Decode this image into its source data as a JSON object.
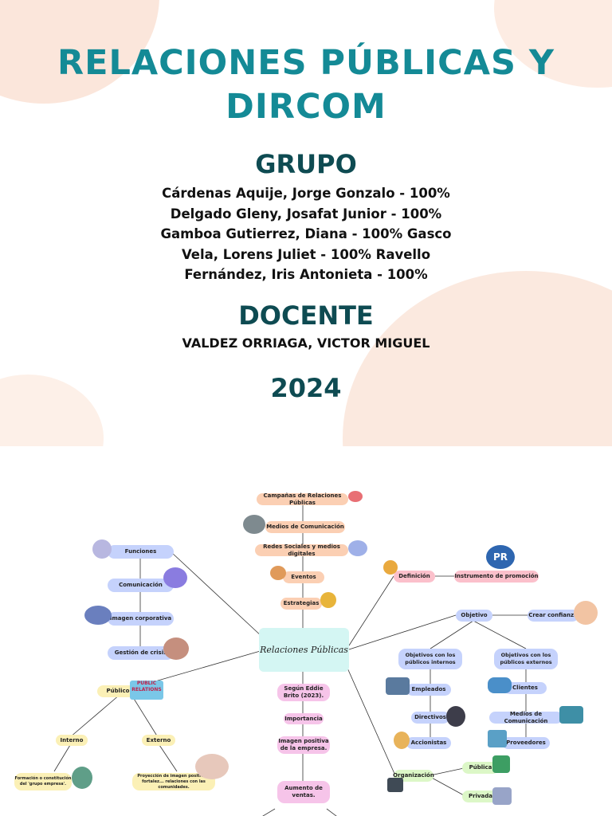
{
  "cover": {
    "title_line1": "RELACIONES PÚBLICAS Y",
    "title_line2": "DIRCOM",
    "group_heading": "GRUPO",
    "members": [
      "Cárdenas Aquije, Jorge Gonzalo - 100%",
      "Delgado Gleny, Josafat Junior - 100%",
      "Gamboa Gutierrez, Diana - 100% Gasco",
      "Vela, Lorens Juliet - 100% Ravello",
      "Fernández, Iris Antonieta - 100%"
    ],
    "teacher_heading": "DOCENTE",
    "teacher_name": "VALDEZ ORRIAGA, VICTOR MIGUEL",
    "year": "2024"
  },
  "mindmap": {
    "center": "Relaciones Públicas",
    "top": [
      "Campañas de Relaciones Públicas",
      "Medios de Comunicación",
      "Redes Sociales y medios digitales",
      "Eventos",
      "Estrategias"
    ],
    "left": [
      "Funciones",
      "Comunicación",
      "Imagen corporativa",
      "Gestión de crisis",
      "Público",
      "Interno",
      "Externo",
      "Formación o constitución del 'grupo empresa'.",
      "Proyección de imagen positiva y fortalez... relaciones con las comunidades."
    ],
    "bottom": [
      "Según Eddie Brito (2023).",
      "Importancia",
      "Imagen positiva de la empresa.",
      "Aumento de ventas."
    ],
    "right": [
      "Definición",
      "Instrumento de promoción",
      "Objetivo",
      "Crear confianza",
      "Objetivos con los públicos internos",
      "Objetivos con los públicos externos",
      "Empleados",
      "Directivos",
      "Accionistas",
      "Clientes",
      "Medios de Comunicación",
      "Proveedores",
      "Organización",
      "Pública",
      "Privada"
    ],
    "pr_badge": "PR",
    "public_relations_badge": "PUBLIC RELATIONS"
  }
}
